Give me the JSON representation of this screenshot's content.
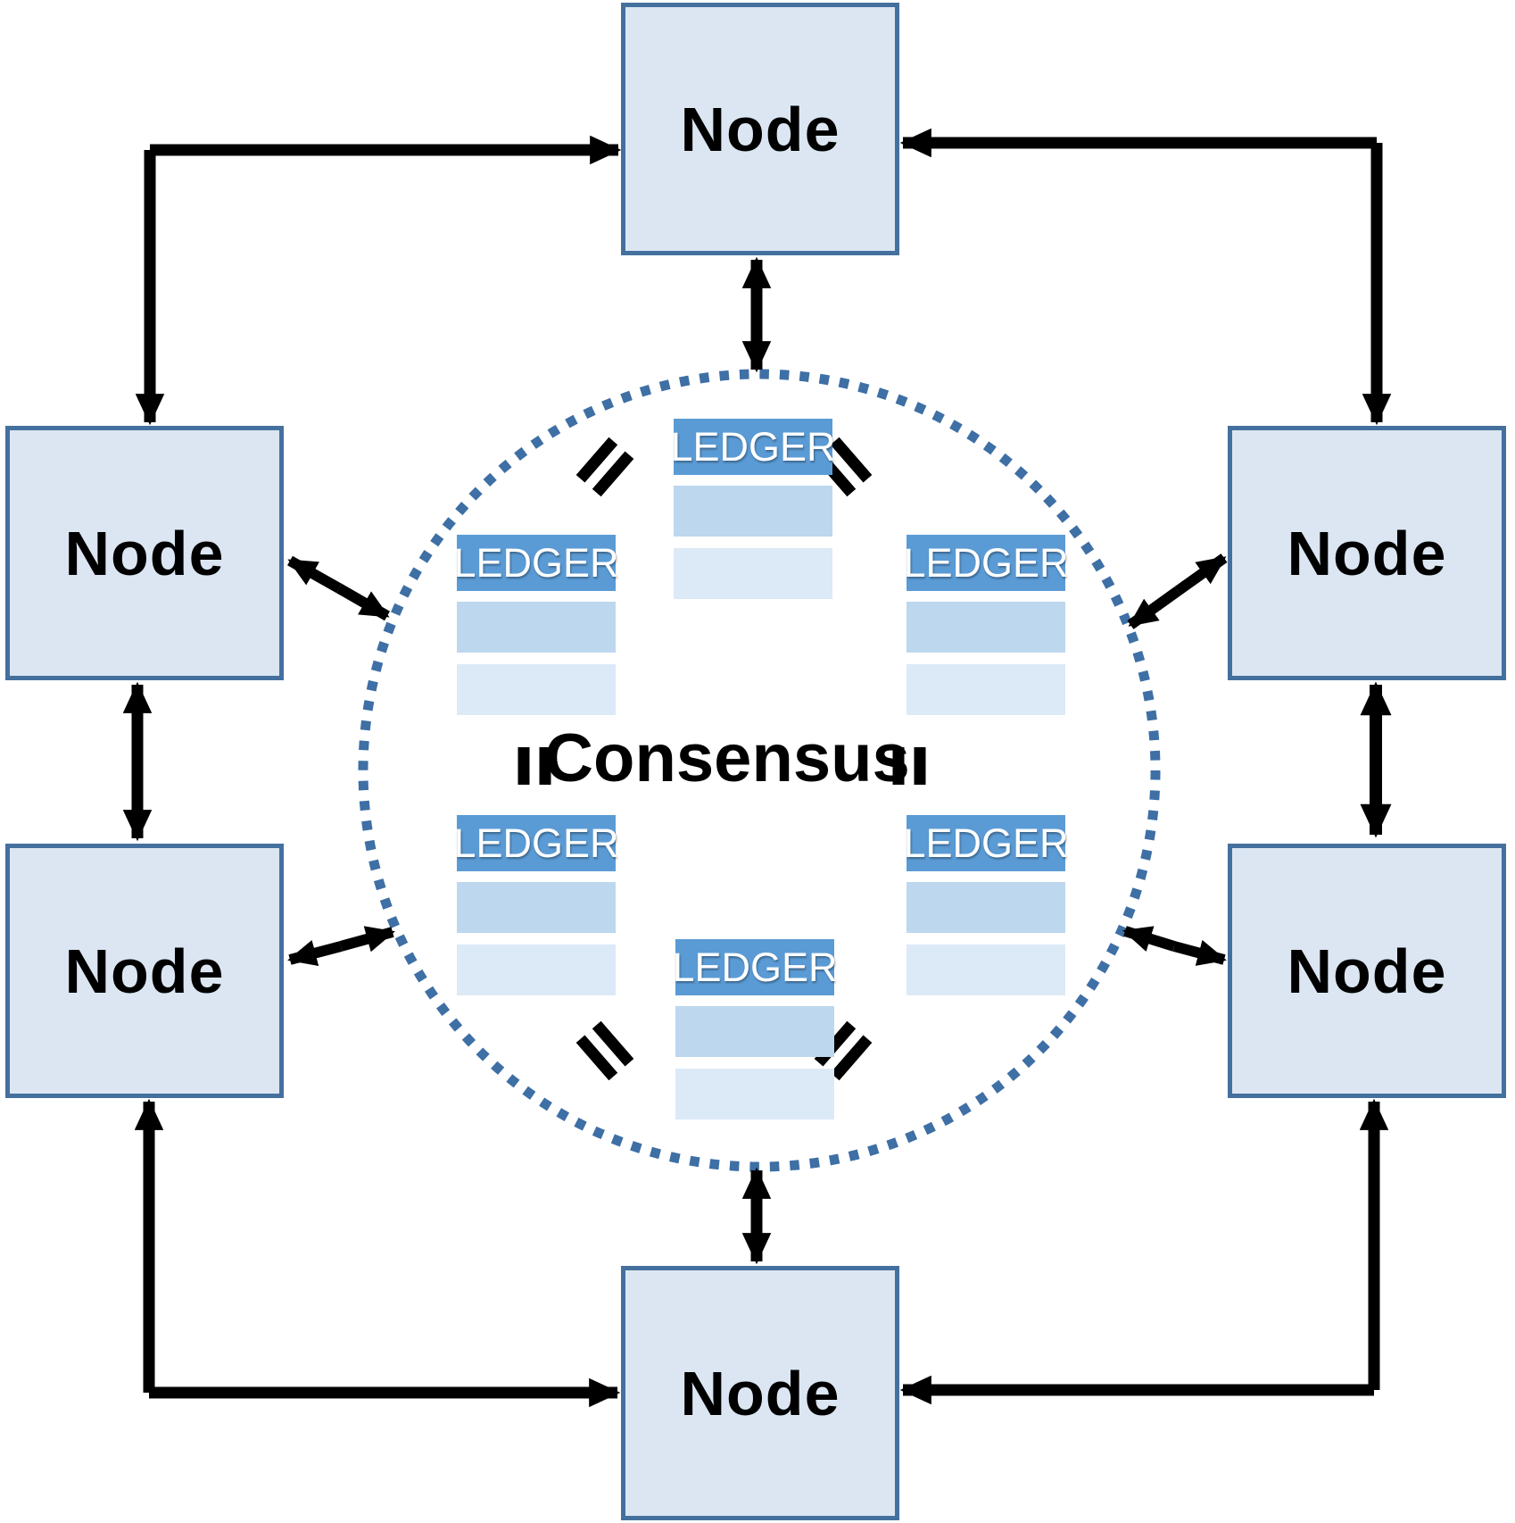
{
  "diagram": {
    "center_label": "Consensus",
    "nodes": [
      {
        "id": "top",
        "label": "Node"
      },
      {
        "id": "upper-left",
        "label": "Node"
      },
      {
        "id": "upper-right",
        "label": "Node"
      },
      {
        "id": "lower-left",
        "label": "Node"
      },
      {
        "id": "lower-right",
        "label": "Node"
      },
      {
        "id": "bottom",
        "label": "Node"
      }
    ],
    "ledgers": [
      {
        "id": "top",
        "label": "LEDGER"
      },
      {
        "id": "upper-left",
        "label": "LEDGER"
      },
      {
        "id": "upper-right",
        "label": "LEDGER"
      },
      {
        "id": "lower-left",
        "label": "LEDGER"
      },
      {
        "id": "lower-right",
        "label": "LEDGER"
      },
      {
        "id": "bottom",
        "label": "LEDGER"
      }
    ],
    "equivalence_marks_count": 6,
    "connections": [
      {
        "from": "node-top",
        "to": "node-upper-left",
        "style": "elbow-double-arrow"
      },
      {
        "from": "node-top",
        "to": "node-upper-right",
        "style": "elbow-double-arrow"
      },
      {
        "from": "node-bottom",
        "to": "node-lower-left",
        "style": "elbow-double-arrow"
      },
      {
        "from": "node-bottom",
        "to": "node-lower-right",
        "style": "elbow-double-arrow"
      },
      {
        "from": "node-upper-left",
        "to": "node-lower-left",
        "style": "straight-double-arrow"
      },
      {
        "from": "node-upper-right",
        "to": "node-lower-right",
        "style": "straight-double-arrow"
      },
      {
        "from": "node-top",
        "to": "consensus-circle",
        "style": "straight-double-arrow"
      },
      {
        "from": "node-bottom",
        "to": "consensus-circle",
        "style": "straight-double-arrow"
      },
      {
        "from": "node-upper-left",
        "to": "consensus-circle",
        "style": "diagonal-double-arrow"
      },
      {
        "from": "node-lower-left",
        "to": "consensus-circle",
        "style": "diagonal-double-arrow"
      },
      {
        "from": "node-upper-right",
        "to": "consensus-circle",
        "style": "diagonal-double-arrow"
      },
      {
        "from": "node-lower-right",
        "to": "consensus-circle",
        "style": "diagonal-double-arrow"
      }
    ],
    "colors": {
      "node_fill": "#dbe6f2",
      "node_border": "#44709e",
      "ledger_header_fill": "#5b9bd5",
      "ledger_header_text": "#ffffff",
      "ledger_row_fill": "#bdd7ee",
      "ledger_row_alt_fill": "#dce9f7",
      "circle_dots": "#3e6fa5",
      "arrows": "#000000",
      "label_text": "#000000"
    }
  }
}
